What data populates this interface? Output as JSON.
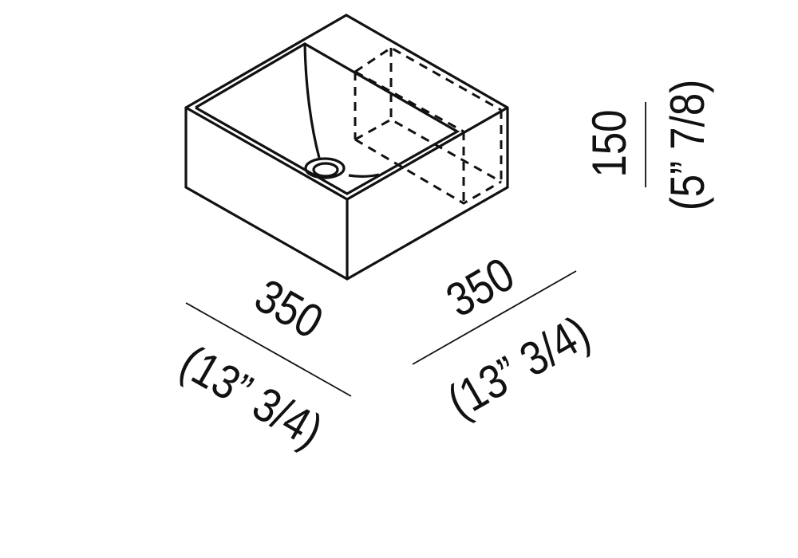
{
  "dimensions": {
    "width": {
      "mm": "350",
      "inch": "(13” 3/4)"
    },
    "depth": {
      "mm": "350",
      "inch": "(13” 3/4)"
    },
    "height": {
      "mm": "150",
      "inch": "(5” 7/8)"
    }
  },
  "colors": {
    "line": "#111111",
    "background": "#ffffff"
  }
}
